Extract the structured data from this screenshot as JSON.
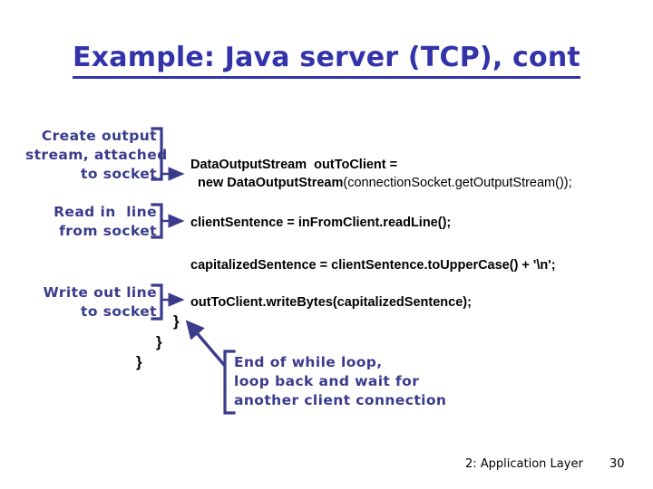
{
  "slide": {
    "title": "Example: Java server (TCP), cont",
    "title_color": "#3333AA",
    "annotation_color": "#3B3B8C",
    "code_color": "#000000",
    "background": "#FFFFFF"
  },
  "annotations": [
    {
      "name": "create-output-stream",
      "lines": "Create output\nstream, attached\n     to socket"
    },
    {
      "name": "read-in-line",
      "lines": "Read in  line\nfrom socket"
    },
    {
      "name": "write-out-line",
      "lines": "Write out line\n     to socket"
    },
    {
      "name": "end-of-while-loop",
      "lines": "End of while loop,\nloop back and wait for\nanother client connection"
    }
  ],
  "code": {
    "line1_bold": "DataOutputStream  outToClient =",
    "line2_bold": "  new DataOutputStream",
    "line2_regular": "(connectionSocket.getOutputStream());",
    "line3": "clientSentence = inFromClient.readLine();",
    "line4": "capitalizedSentence = clientSentence.toUpperCase() + '\\n';",
    "line5": "outToClient.writeBytes(capitalizedSentence);"
  },
  "braces": [
    {
      "name": "closing-brace-1",
      "char": "}"
    },
    {
      "name": "closing-brace-2",
      "char": "}"
    },
    {
      "name": "closing-brace-3",
      "char": "}"
    }
  ],
  "footer": {
    "label": "2: Application Layer",
    "page_number": "30"
  }
}
